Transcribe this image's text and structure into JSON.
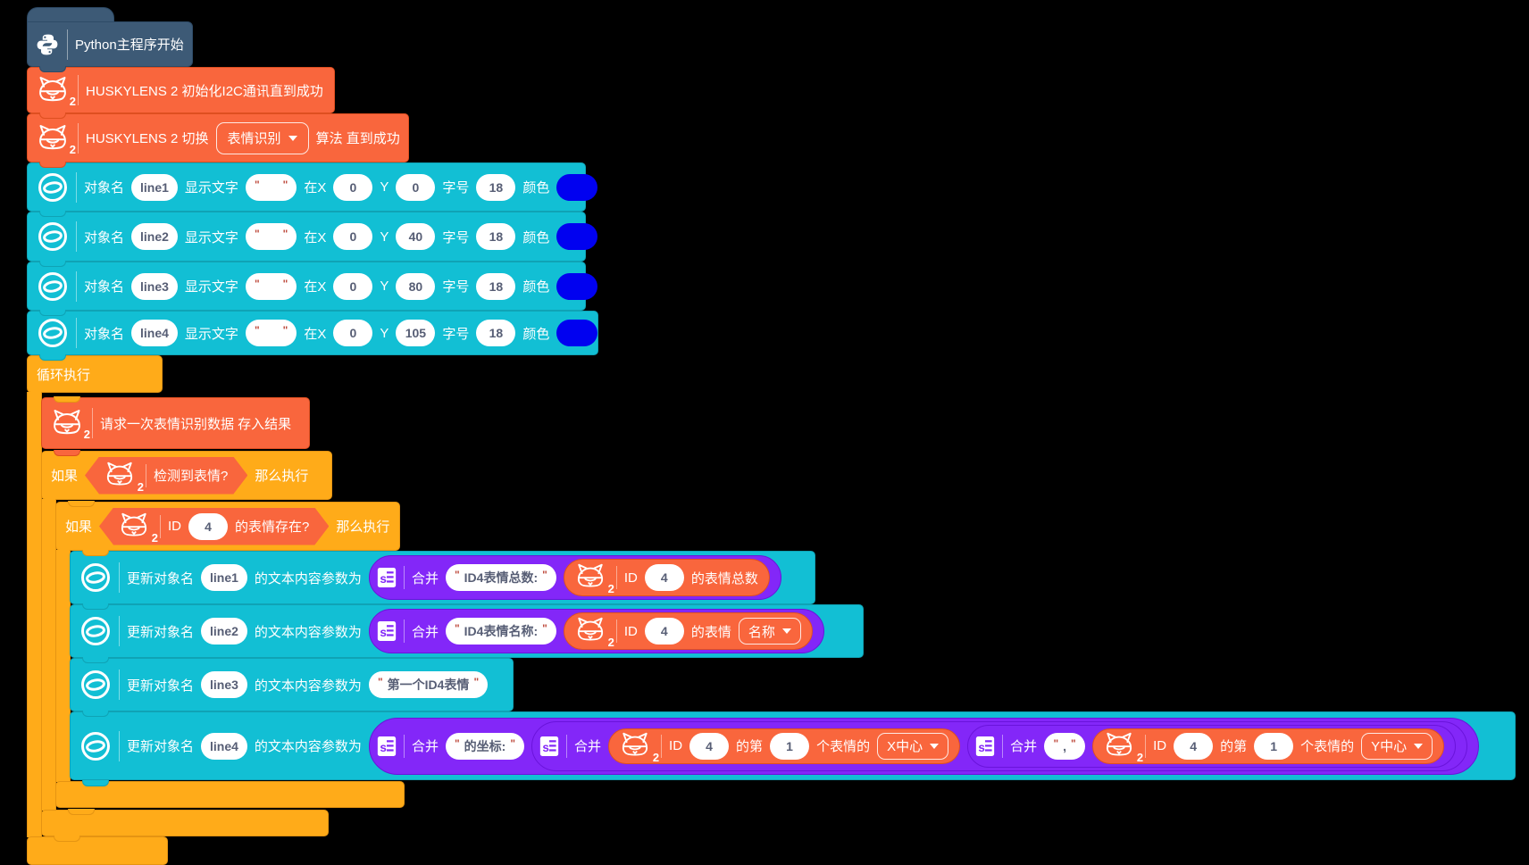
{
  "colors": {
    "block_orange": "#F9663D",
    "control_yellow": "#FFAB19",
    "display_cyan": "#12BFD4",
    "operator_purple": "#8327F8",
    "hat_slate": "#3D5A76",
    "color_value": "#0101F0",
    "background": "#000000"
  },
  "hat": {
    "title": "Python主程序开始"
  },
  "husky_init": {
    "label": "HUSKYLENS 2 初始化I2C通讯直到成功"
  },
  "husky_switch": {
    "prefix": "HUSKYLENS 2 切换",
    "algorithm": "表情识别",
    "suffix": "算法 直到成功"
  },
  "display_labels": {
    "obj": "对象名",
    "show": "显示文字",
    "at_x": "在X",
    "y_label": "Y",
    "size": "字号",
    "color": "颜色"
  },
  "display_rows": [
    {
      "name": "line1",
      "text": "",
      "x": "0",
      "y": "0",
      "size": "18"
    },
    {
      "name": "line2",
      "text": "",
      "x": "0",
      "y": "40",
      "size": "18"
    },
    {
      "name": "line3",
      "text": "",
      "x": "0",
      "y": "80",
      "size": "18"
    },
    {
      "name": "line4",
      "text": "",
      "x": "0",
      "y": "105",
      "size": "18"
    }
  ],
  "loop": {
    "label": "循环执行"
  },
  "request": {
    "label": "请求一次表情识别数据 存入结果"
  },
  "if_labels": {
    "if_word": "如果",
    "then_word": "那么执行"
  },
  "cond1": {
    "label": "检测到表情?"
  },
  "cond2": {
    "id_label": "ID",
    "id": "4",
    "suffix": "的表情存在?"
  },
  "update_labels": {
    "prefix": "更新对象名",
    "suffix": "的文本内容参数为",
    "join": "合并"
  },
  "update": {
    "r1": {
      "name": "line1",
      "text": "ID4表情总数: ",
      "rep": {
        "id_label": "ID",
        "id": "4",
        "suffix": "的表情总数"
      }
    },
    "r2": {
      "name": "line2",
      "text": "ID4表情名称: ",
      "rep": {
        "id_label": "ID",
        "id": "4",
        "suffix": "的表情",
        "option": "名称"
      }
    },
    "r3": {
      "name": "line3",
      "text": "第一个ID4表情"
    },
    "r4": {
      "name": "line4",
      "text": "的坐标: ",
      "comma": ",",
      "rep_x": {
        "id_label": "ID",
        "id": "4",
        "mid": "的第",
        "index": "1",
        "suffix": "个表情的",
        "option": "X中心"
      },
      "rep_y": {
        "id_label": "ID",
        "id": "4",
        "mid": "的第",
        "index": "1",
        "suffix": "个表情的",
        "option": "Y中心"
      }
    }
  }
}
